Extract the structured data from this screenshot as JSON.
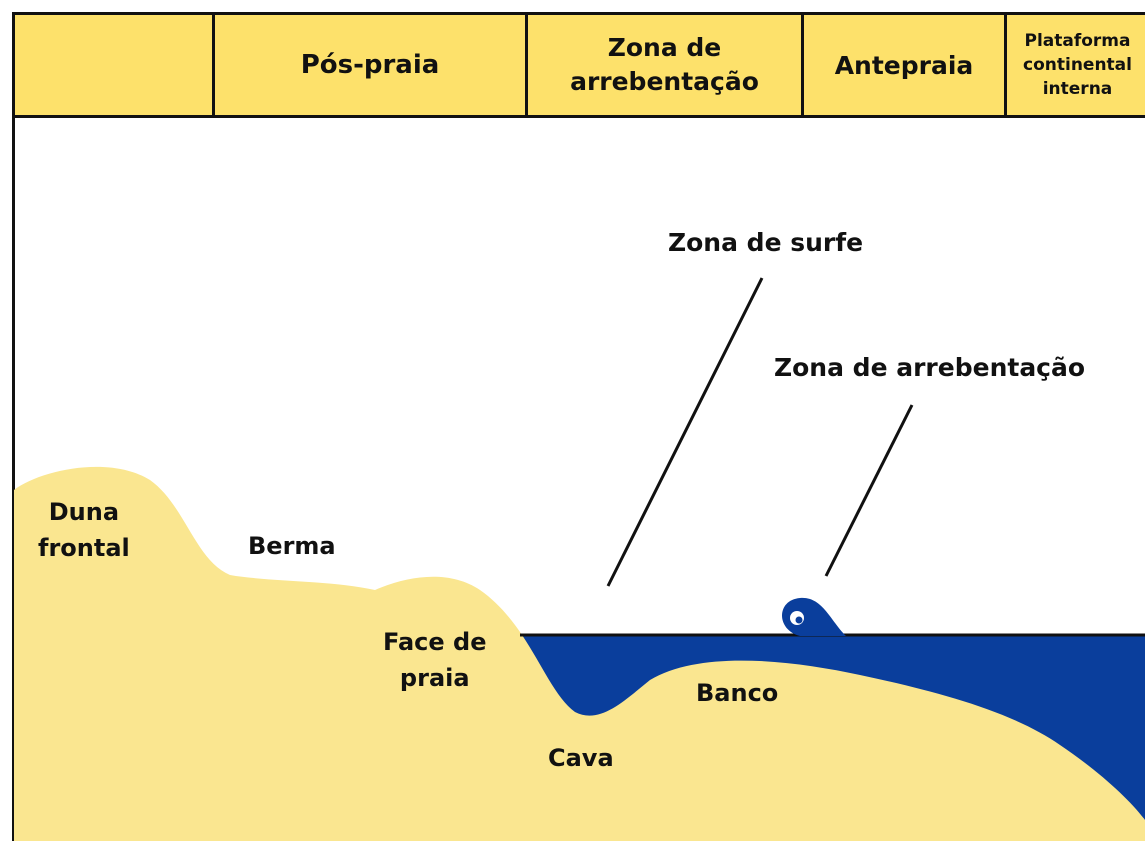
{
  "header": {
    "cells": [
      {
        "label": ""
      },
      {
        "label": "Pós-praia"
      },
      {
        "line1": "Zona de",
        "line2": "arrebentação"
      },
      {
        "label": "Antepraia"
      },
      {
        "line1": "Plataforma",
        "line2": "continental",
        "line3": "interna"
      }
    ]
  },
  "labels": {
    "surf_zone": "Zona de surfe",
    "breaker_zone": "Zona de arrebentação",
    "dune_line1": "Duna",
    "dune_line2": "frontal",
    "berm": "Berma",
    "beach_face_line1": "Face de",
    "beach_face_line2": "praia",
    "bar": "Banco",
    "trough": "Cava"
  },
  "colors": {
    "sand": "#fae690",
    "water": "#0a3e9c",
    "header": "#fde16b",
    "line": "#111111"
  }
}
